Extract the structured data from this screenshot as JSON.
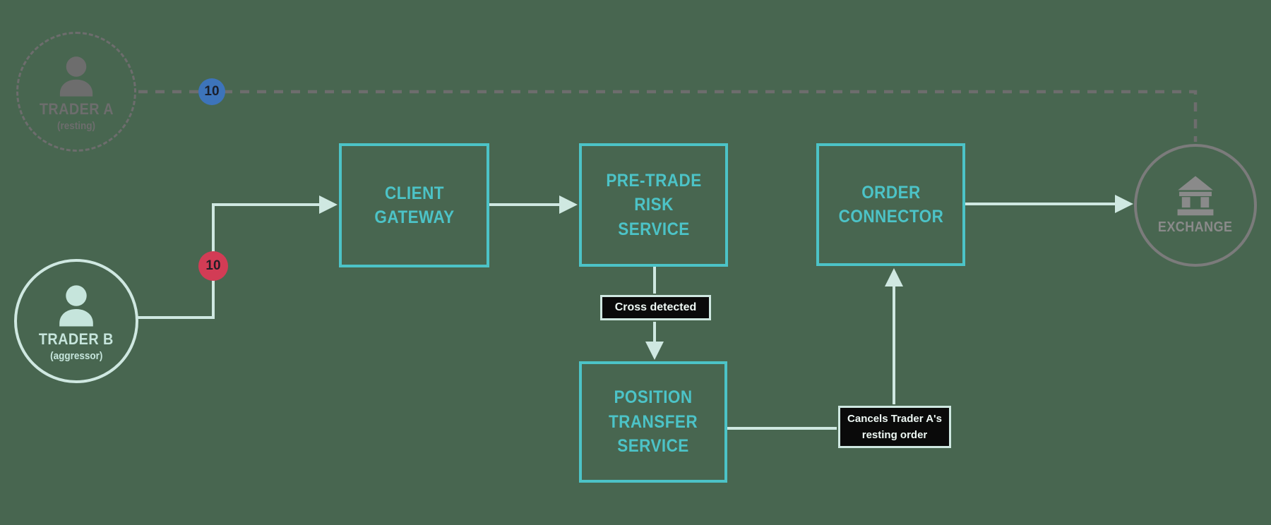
{
  "colors": {
    "background": "#486650",
    "teal": "#4cc3c7",
    "mint_line": "#cfe8e1",
    "gray_dashed": "#6d6d6d",
    "badge_blue": "#3d74ba",
    "badge_red": "#d23c55",
    "annotation_bg": "#0a0a0a"
  },
  "nodes": {
    "trader_a": {
      "title": "TRADER A",
      "subtitle": "(resting)",
      "badge": "10"
    },
    "trader_b": {
      "title": "TRADER B",
      "subtitle": "(aggressor)",
      "badge": "10"
    },
    "client_gateway": {
      "title": "CLIENT GATEWAY"
    },
    "pre_trade_risk": {
      "title": "PRE-TRADE RISK SERVICE"
    },
    "order_connector": {
      "title": "ORDER CONNECTOR"
    },
    "position_transfer": {
      "title": "POSITION TRANSFER SERVICE"
    },
    "exchange": {
      "title": "EXCHANGE"
    }
  },
  "annotations": {
    "cross_detected": "Cross detected",
    "cancel_note": {
      "lines": [
        "Cancels Trader A's",
        "resting order"
      ]
    }
  },
  "icons": {
    "trader_a": "person-icon",
    "trader_b": "person-icon",
    "exchange": "bank-icon"
  }
}
